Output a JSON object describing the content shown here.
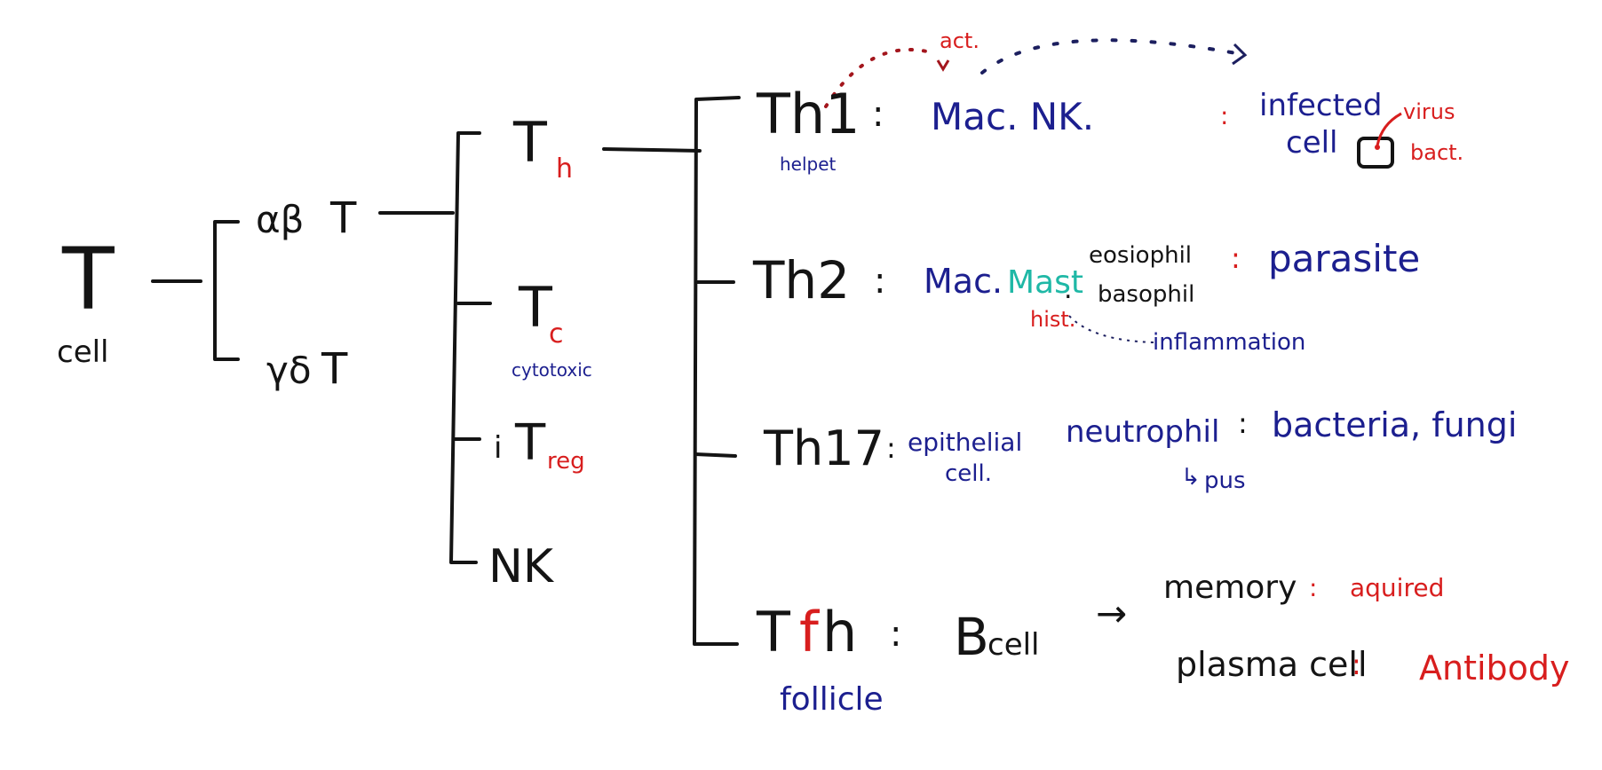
{
  "colors": {
    "black": "#141414",
    "blue": "#1c1f8f",
    "red": "#d81e1e",
    "teal": "#1fb8a6"
  },
  "root": {
    "main": "T",
    "sub": "cell"
  },
  "level1": {
    "ab": {
      "symbol": "αβ",
      "letter": "T"
    },
    "gd": {
      "symbol": "γδ",
      "letter": "T"
    }
  },
  "level2": {
    "th": {
      "main": "T",
      "sub": "h"
    },
    "tc": {
      "main": "T",
      "sub": "c",
      "note": "cytotoxic"
    },
    "itreg": {
      "prefix": "i",
      "main": "T",
      "sub": "reg"
    },
    "nk": "NK"
  },
  "th1": {
    "label": "Th1",
    "note": "helpet",
    "colon": ":",
    "cells": "Mac. NK.",
    "act": "act.",
    "colon2": ":",
    "target1": "infected",
    "target2": "cell",
    "virus": "virus",
    "bact": "bact."
  },
  "th2": {
    "label": "Th2",
    "colon": ":",
    "mac": "Mac.",
    "mast": "Mast",
    "hist": "hist.",
    "dot": ".",
    "eos": "eosiophil",
    "baso": "basophil",
    "inflammation": "inflammation",
    "colon2": ":",
    "target": "parasite"
  },
  "th17": {
    "label": "Th17",
    "colon": ":",
    "epi1": "epithelial",
    "epi2": "cell.",
    "neutrophil": "neutrophil",
    "pus_arrow": "↳",
    "pus": "pus",
    "colon2": ":",
    "target": "bacteria, fungi"
  },
  "tfh": {
    "t": "T",
    "f": "f",
    "h": "h",
    "note": "follicle",
    "colon": ":",
    "bcell_b": "B",
    "bcell_rest": "cell",
    "arrow": "→",
    "memory": "memory",
    "colon2": ":",
    "acquired": "aquired",
    "plasma": "plasma cell",
    "colon3": ":",
    "antibody": "Antibody"
  }
}
